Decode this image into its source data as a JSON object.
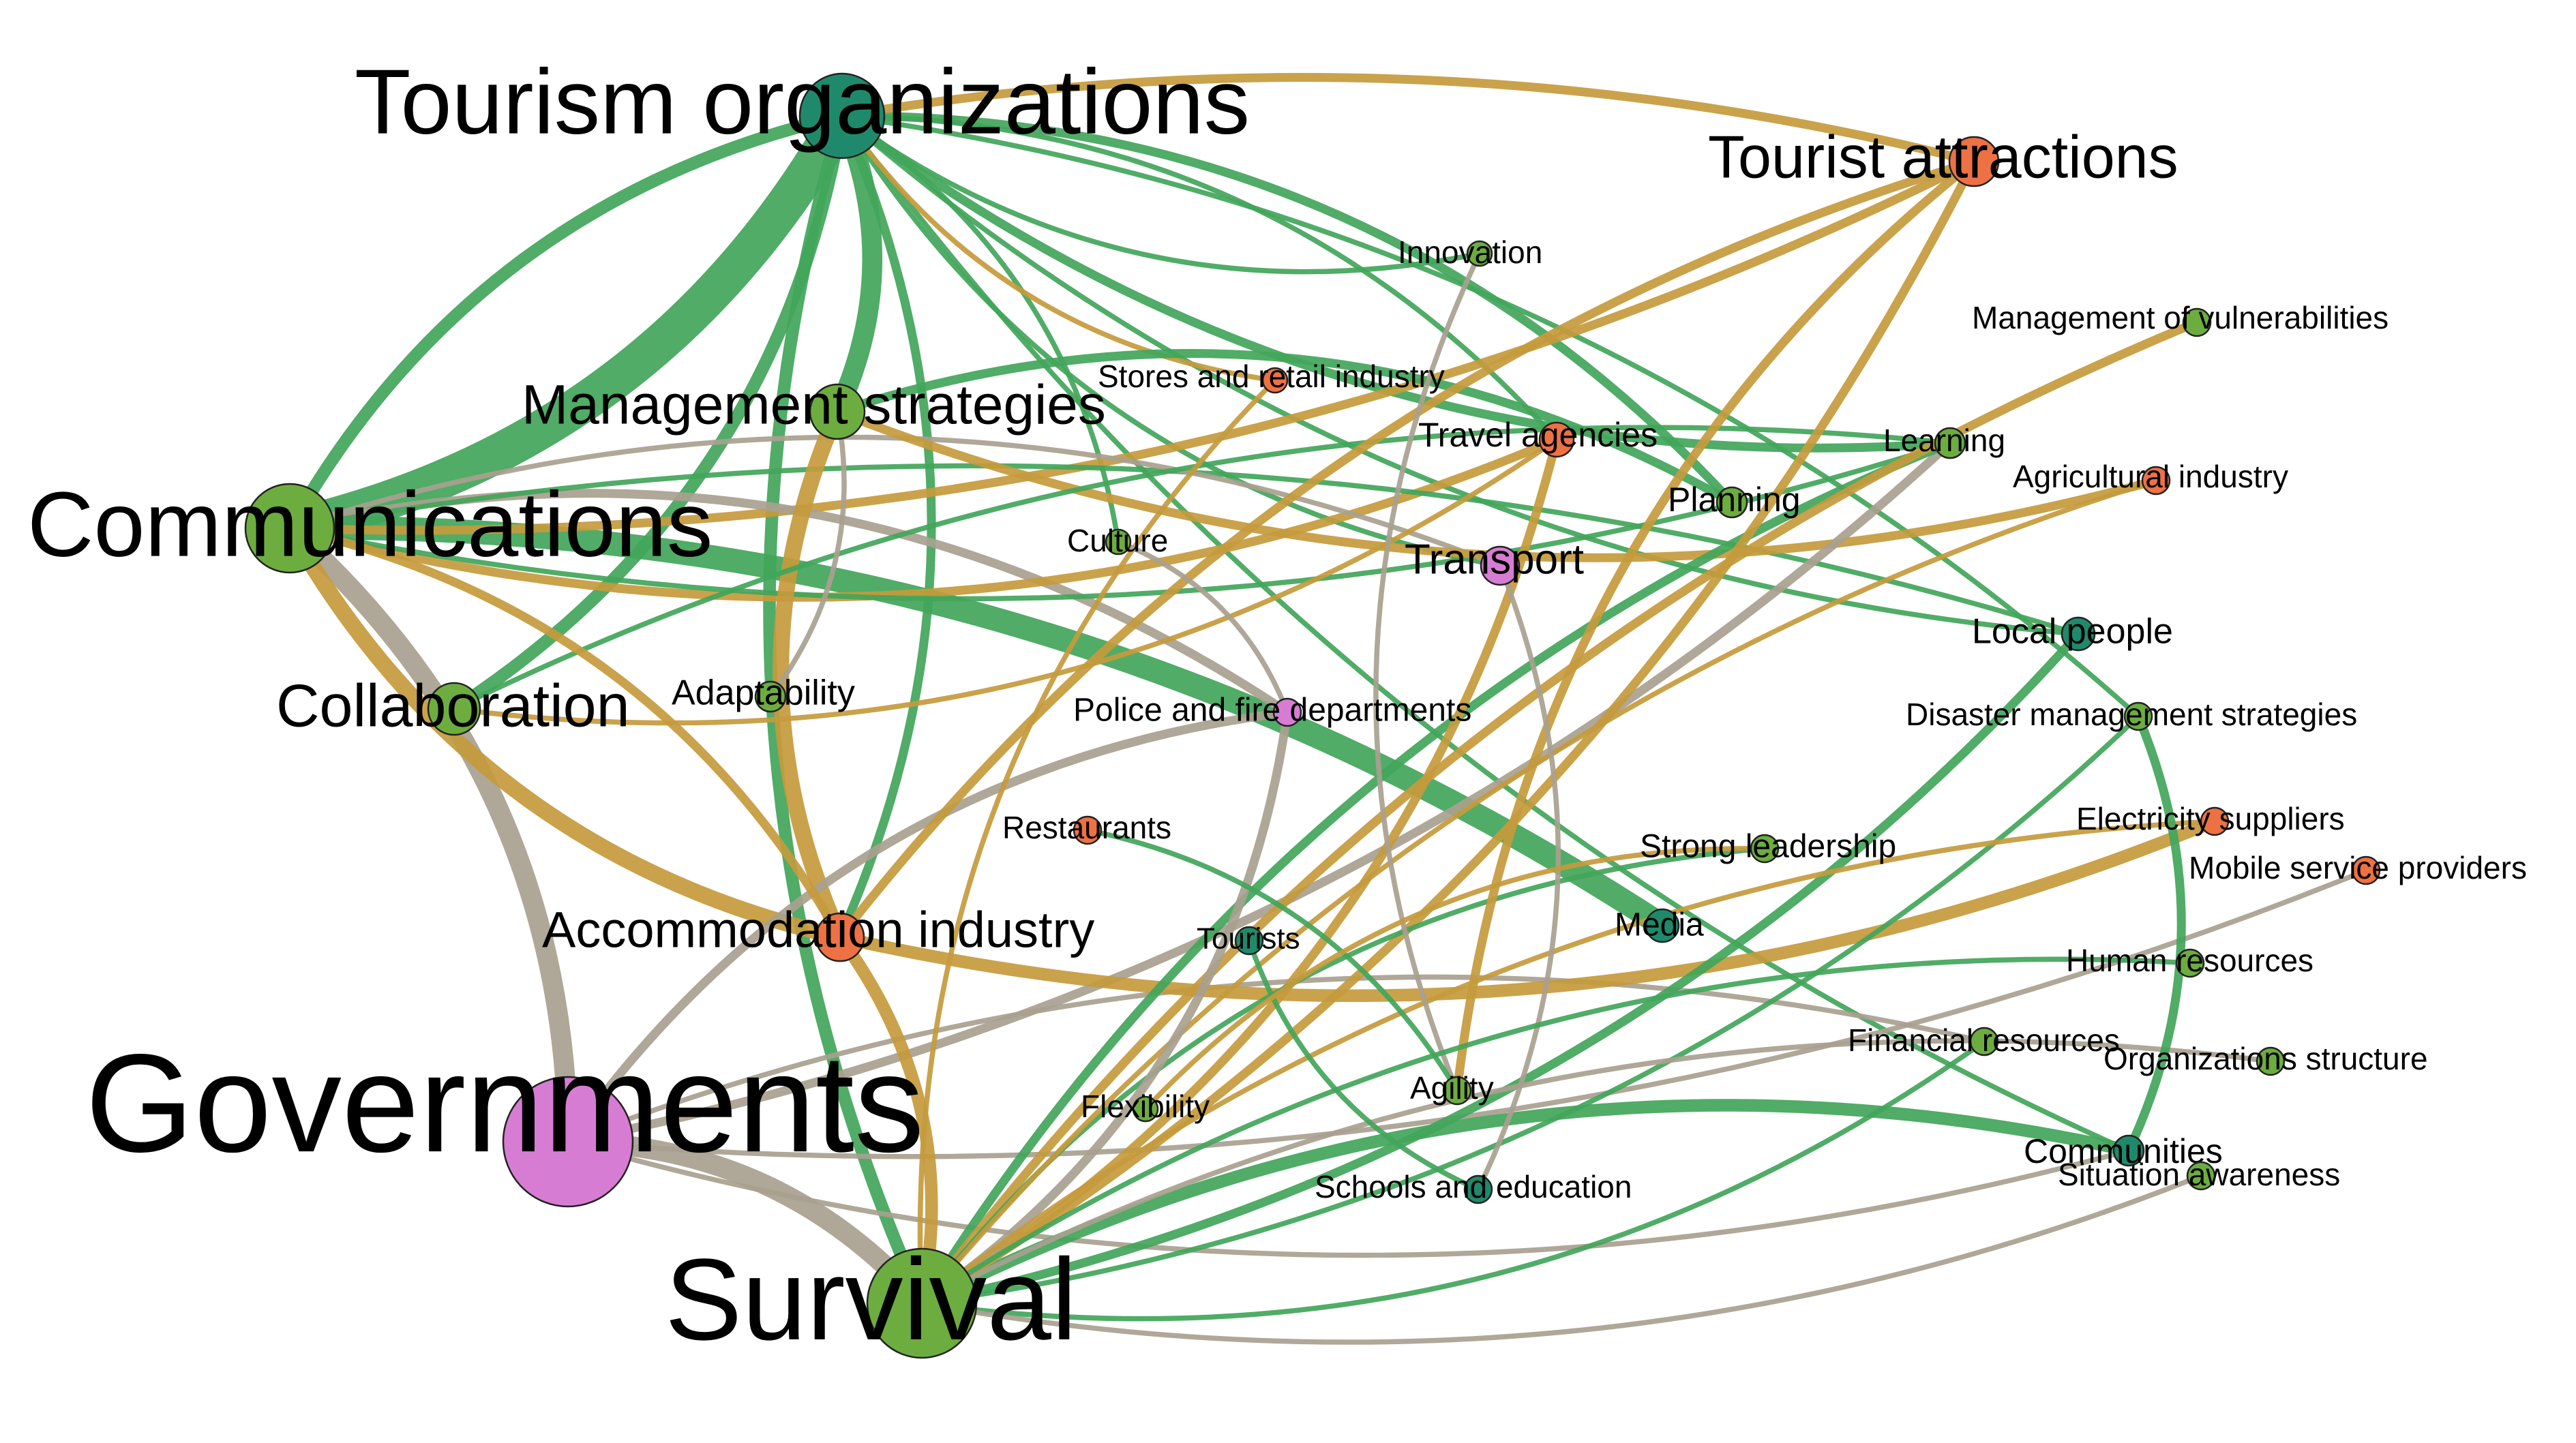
{
  "colors": {
    "green_node": "#6dad3f",
    "teal_node": "#1f8a6b",
    "orange_node": "#ee7144",
    "pink_node": "#d67dd3",
    "green_edge": "#41a55a",
    "gold_edge": "#c49a3c",
    "gray_edge": "#a89f8f",
    "label": "#000000"
  },
  "nodes": [
    {
      "id": "tourism_org",
      "label": "Tourism organizations",
      "category": "teal"
    },
    {
      "id": "tourist_attr",
      "label": "Tourist attractions",
      "category": "orange"
    },
    {
      "id": "innovation",
      "label": "Innovation",
      "category": "green"
    },
    {
      "id": "mgmt_vuln",
      "label": "Management of vulnerabilities",
      "category": "green"
    },
    {
      "id": "stores",
      "label": "Stores and retail industry",
      "category": "orange"
    },
    {
      "id": "mgmt_strat",
      "label": "Management strategies",
      "category": "green"
    },
    {
      "id": "travel",
      "label": "Travel agencies",
      "category": "orange"
    },
    {
      "id": "learning",
      "label": "Learning",
      "category": "green"
    },
    {
      "id": "agri",
      "label": "Agricultural industry",
      "category": "orange"
    },
    {
      "id": "planning",
      "label": "Planning",
      "category": "green"
    },
    {
      "id": "communications",
      "label": "Communications",
      "category": "green"
    },
    {
      "id": "culture",
      "label": "Culture",
      "category": "green"
    },
    {
      "id": "transport",
      "label": "Transport",
      "category": "pink"
    },
    {
      "id": "local_people",
      "label": "Local people",
      "category": "teal"
    },
    {
      "id": "collaboration",
      "label": "Collaboration",
      "category": "green"
    },
    {
      "id": "adaptability",
      "label": "Adaptability",
      "category": "green"
    },
    {
      "id": "police",
      "label": "Police and fire departments",
      "category": "pink"
    },
    {
      "id": "disaster",
      "label": "Disaster management strategies",
      "category": "green"
    },
    {
      "id": "electricity",
      "label": "Electricity suppliers",
      "category": "orange"
    },
    {
      "id": "restaurants",
      "label": "Restaurants",
      "category": "orange"
    },
    {
      "id": "strong_lead",
      "label": "Strong leadership",
      "category": "green"
    },
    {
      "id": "mobile",
      "label": "Mobile service providers",
      "category": "orange"
    },
    {
      "id": "accommodation",
      "label": "Accommodation industry",
      "category": "orange"
    },
    {
      "id": "tourists",
      "label": "Tourists",
      "category": "teal"
    },
    {
      "id": "media",
      "label": "Media",
      "category": "teal"
    },
    {
      "id": "human_res",
      "label": "Human resources",
      "category": "green"
    },
    {
      "id": "financial",
      "label": "Financial resources",
      "category": "green"
    },
    {
      "id": "org_struct",
      "label": "Organizations structure",
      "category": "green"
    },
    {
      "id": "governments",
      "label": "Governments",
      "category": "pink"
    },
    {
      "id": "flexibility",
      "label": "Flexibility",
      "category": "green"
    },
    {
      "id": "agility",
      "label": "Agility",
      "category": "green"
    },
    {
      "id": "communities",
      "label": "Communities",
      "category": "teal"
    },
    {
      "id": "situation",
      "label": "Situation awareness",
      "category": "green"
    },
    {
      "id": "schools",
      "label": "Schools and education",
      "category": "teal"
    },
    {
      "id": "survival",
      "label": "Survival",
      "category": "green"
    }
  ],
  "edges": [
    {
      "from": "communications",
      "to": "tourism_org",
      "color": "green",
      "weight": 10
    },
    {
      "from": "tourism_org",
      "to": "mgmt_strat",
      "color": "green",
      "weight": 5
    },
    {
      "from": "tourism_org",
      "to": "communications",
      "color": "green",
      "weight": 3
    },
    {
      "from": "tourism_org",
      "to": "collaboration",
      "color": "green",
      "weight": 3
    },
    {
      "from": "tourism_org",
      "to": "survival",
      "color": "green",
      "weight": 3
    },
    {
      "from": "tourism_org",
      "to": "accommodation",
      "color": "green",
      "weight": 2
    },
    {
      "from": "tourism_org",
      "to": "learning",
      "color": "green",
      "weight": 2
    },
    {
      "from": "tourism_org",
      "to": "planning",
      "color": "green",
      "weight": 2
    },
    {
      "from": "tourism_org",
      "to": "local_people",
      "color": "green",
      "weight": 1
    },
    {
      "from": "tourism_org",
      "to": "travel",
      "color": "green",
      "weight": 1
    },
    {
      "from": "tourism_org",
      "to": "innovation",
      "color": "green",
      "weight": 1
    },
    {
      "from": "tourism_org",
      "to": "disaster",
      "color": "green",
      "weight": 1
    },
    {
      "from": "tourism_org",
      "to": "transport",
      "color": "green",
      "weight": 1
    },
    {
      "from": "tourism_org",
      "to": "culture",
      "color": "green",
      "weight": 1
    },
    {
      "from": "tourism_org",
      "to": "communities",
      "color": "green",
      "weight": 1
    },
    {
      "from": "tourism_org",
      "to": "tourist_attr",
      "color": "gold",
      "weight": 2
    },
    {
      "from": "tourism_org",
      "to": "stores",
      "color": "gold",
      "weight": 1
    },
    {
      "from": "communications",
      "to": "media",
      "color": "green",
      "weight": 6
    },
    {
      "from": "communications",
      "to": "tourist_attr",
      "color": "gold",
      "weight": 2
    },
    {
      "from": "communications",
      "to": "governments",
      "color": "gray",
      "weight": 5
    },
    {
      "from": "communications",
      "to": "accommodation",
      "color": "gold",
      "weight": 4
    },
    {
      "from": "communications",
      "to": "police",
      "color": "gray",
      "weight": 2
    },
    {
      "from": "communications",
      "to": "travel",
      "color": "gold",
      "weight": 2
    },
    {
      "from": "communications",
      "to": "local_people",
      "color": "green",
      "weight": 1
    },
    {
      "from": "communications",
      "to": "learning",
      "color": "green",
      "weight": 1
    },
    {
      "from": "communications",
      "to": "transport",
      "color": "gray",
      "weight": 1
    },
    {
      "from": "mgmt_strat",
      "to": "accommodation",
      "color": "gold",
      "weight": 4
    },
    {
      "from": "mgmt_strat",
      "to": "planning",
      "color": "green",
      "weight": 2
    },
    {
      "from": "mgmt_strat",
      "to": "agri",
      "color": "gold",
      "weight": 2
    },
    {
      "from": "collaboration",
      "to": "learning",
      "color": "green",
      "weight": 1
    },
    {
      "from": "collaboration",
      "to": "travel",
      "color": "gold",
      "weight": 1
    },
    {
      "from": "governments",
      "to": "survival",
      "color": "gray",
      "weight": 5
    },
    {
      "from": "governments",
      "to": "learning",
      "color": "gray",
      "weight": 2
    },
    {
      "from": "governments",
      "to": "police",
      "color": "gray",
      "weight": 2
    },
    {
      "from": "governments",
      "to": "communities",
      "color": "gray",
      "weight": 1
    },
    {
      "from": "governments",
      "to": "financial",
      "color": "gray",
      "weight": 1
    },
    {
      "from": "governments",
      "to": "mobile",
      "color": "gray",
      "weight": 1
    },
    {
      "from": "accommodation",
      "to": "survival",
      "color": "gold",
      "weight": 3
    },
    {
      "from": "accommodation",
      "to": "electricity",
      "color": "gold",
      "weight": 3
    },
    {
      "from": "accommodation",
      "to": "tourist_attr",
      "color": "gold",
      "weight": 2
    },
    {
      "from": "accommodation",
      "to": "communications",
      "color": "gold",
      "weight": 2
    },
    {
      "from": "survival",
      "to": "communities",
      "color": "green",
      "weight": 3
    },
    {
      "from": "survival",
      "to": "local_people",
      "color": "green",
      "weight": 2
    },
    {
      "from": "survival",
      "to": "learning",
      "color": "green",
      "weight": 2
    },
    {
      "from": "survival",
      "to": "tourist_attr",
      "color": "gold",
      "weight": 2
    },
    {
      "from": "survival",
      "to": "mgmt_vuln",
      "color": "gold",
      "weight": 2
    },
    {
      "from": "survival",
      "to": "travel",
      "color": "gold",
      "weight": 2
    },
    {
      "from": "survival",
      "to": "stores",
      "color": "gold",
      "weight": 1
    },
    {
      "from": "survival",
      "to": "financial",
      "color": "green",
      "weight": 1
    },
    {
      "from": "survival",
      "to": "strong_lead",
      "color": "green",
      "weight": 1
    },
    {
      "from": "survival",
      "to": "disaster",
      "color": "green",
      "weight": 1
    },
    {
      "from": "survival",
      "to": "org_struct",
      "color": "gray",
      "weight": 1
    },
    {
      "from": "survival",
      "to": "situation",
      "color": "gray",
      "weight": 1
    },
    {
      "from": "survival",
      "to": "agri",
      "color": "gold",
      "weight": 1
    },
    {
      "from": "survival",
      "to": "police",
      "color": "gray",
      "weight": 2
    },
    {
      "from": "survival",
      "to": "electricity",
      "color": "gold",
      "weight": 1
    },
    {
      "from": "tourist_attr",
      "to": "agility",
      "color": "gold",
      "weight": 2
    },
    {
      "from": "transport",
      "to": "schools",
      "color": "gray",
      "weight": 1
    },
    {
      "from": "innovation",
      "to": "agility",
      "color": "gray",
      "weight": 1
    },
    {
      "from": "disaster",
      "to": "communities",
      "color": "green",
      "weight": 2
    },
    {
      "from": "tourists",
      "to": "schools",
      "color": "green",
      "weight": 1
    },
    {
      "from": "restaurants",
      "to": "agility",
      "color": "green",
      "weight": 1
    },
    {
      "from": "adaptability",
      "to": "mgmt_strat",
      "color": "gray",
      "weight": 1
    },
    {
      "from": "flexibility",
      "to": "strong_lead",
      "color": "gold",
      "weight": 1
    },
    {
      "from": "human_res",
      "to": "survival",
      "color": "green",
      "weight": 1
    },
    {
      "from": "culture",
      "to": "police",
      "color": "gray",
      "weight": 1
    }
  ]
}
